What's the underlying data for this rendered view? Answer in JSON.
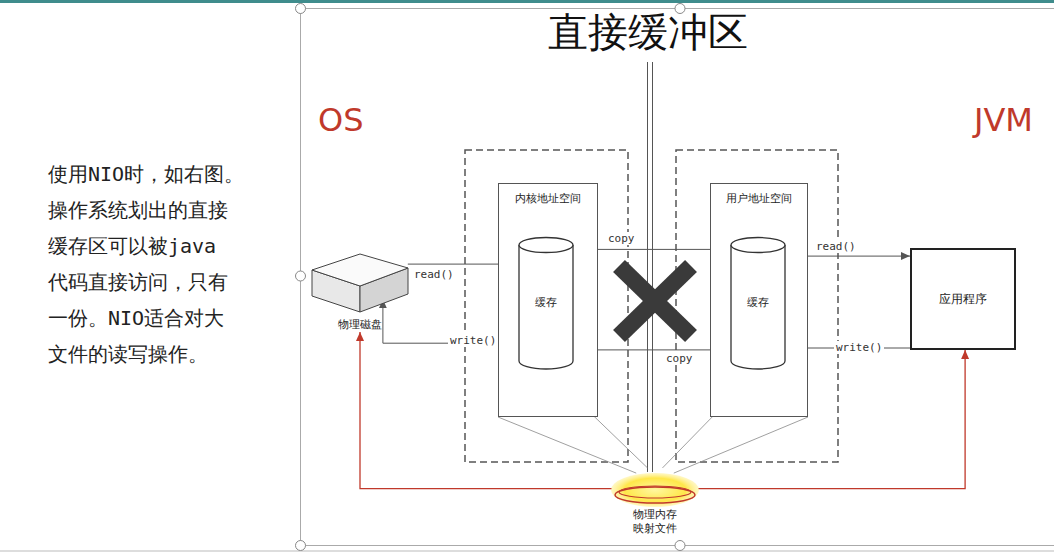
{
  "diagram": {
    "title": "直接缓冲区",
    "nodes": [
      {
        "text": [
          "物理磁盘"
        ]
      },
      {
        "text": [
          "内核地址空间"
        ]
      },
      {
        "text": [
          "缓存"
        ],
        "in": 1
      },
      {
        "text": [
          "用户地址空间"
        ]
      },
      {
        "text": [
          "缓存"
        ],
        "in": 3
      },
      {
        "text": [
          "应用程序"
        ]
      },
      {
        "text": [
          "物理内存 映射文件"
        ]
      }
    ],
    "edges": [
      {
        "from": 0,
        "to": 2,
        "label": "read()",
        "arrow": "to"
      },
      {
        "from": 2,
        "to": 0,
        "label": "write()",
        "arrow": "to"
      },
      {
        "from": 2,
        "to": 4,
        "label": "copy",
        "arrow": "to"
      },
      {
        "from": 4,
        "to": 2,
        "label": "copy",
        "arrow": "to"
      },
      {
        "from": 4,
        "to": 5,
        "label": "read()",
        "arrow": "to"
      },
      {
        "from": 5,
        "to": 4,
        "label": "write()",
        "arrow": "to"
      },
      {
        "from": 6,
        "to": 0,
        "arrow": "to"
      },
      {
        "from": 6,
        "to": 5,
        "arrow": "to"
      },
      {
        "from": 1,
        "to": 6,
        "arrow": "none"
      },
      {
        "from": 2,
        "to": 6,
        "arrow": "none"
      },
      {
        "from": 3,
        "to": 6,
        "arrow": "none"
      },
      {
        "from": 4,
        "to": 6,
        "arrow": "none"
      }
    ],
    "labels": [
      "OS",
      "JVM",
      "使用NIO时，如右图。 操作系统划出的直接 缓存区可以被java 代码直接访问，只有 一份。NIO适合对大 文件的读写操作。"
    ]
  }
}
